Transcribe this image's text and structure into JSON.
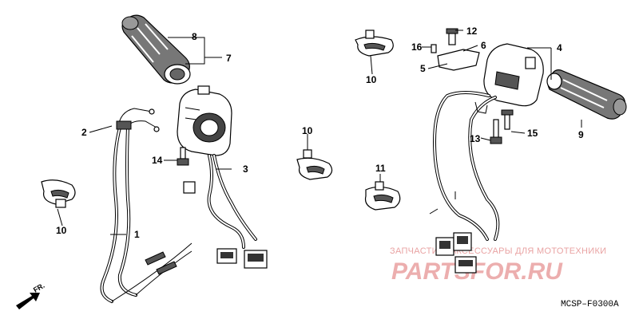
{
  "diagram": {
    "parts": [
      {
        "id": "p1",
        "label": "1"
      },
      {
        "id": "p2",
        "label": "2"
      },
      {
        "id": "p3",
        "label": "3"
      },
      {
        "id": "p4",
        "label": "4"
      },
      {
        "id": "p5",
        "label": "5"
      },
      {
        "id": "p6",
        "label": "6"
      },
      {
        "id": "p7",
        "label": "7"
      },
      {
        "id": "p8",
        "label": "8"
      },
      {
        "id": "p9",
        "label": "9"
      },
      {
        "id": "p10a",
        "label": "10"
      },
      {
        "id": "p10b",
        "label": "10"
      },
      {
        "id": "p10c",
        "label": "10"
      },
      {
        "id": "p11",
        "label": "11"
      },
      {
        "id": "p12",
        "label": "12"
      },
      {
        "id": "p13",
        "label": "13"
      },
      {
        "id": "p14",
        "label": "14"
      },
      {
        "id": "p15",
        "label": "15"
      },
      {
        "id": "p16",
        "label": "16"
      }
    ],
    "direction_label": "FR.",
    "diagram_code": "MCSP–F0300A"
  },
  "watermark": {
    "top_text": "ЗАПЧАСТИ И АКСЕССУАРЫ ДЛЯ МОТОТЕХНИКИ",
    "brand_text": "PARTSFOR.RU",
    "color": "#e58c8c"
  }
}
